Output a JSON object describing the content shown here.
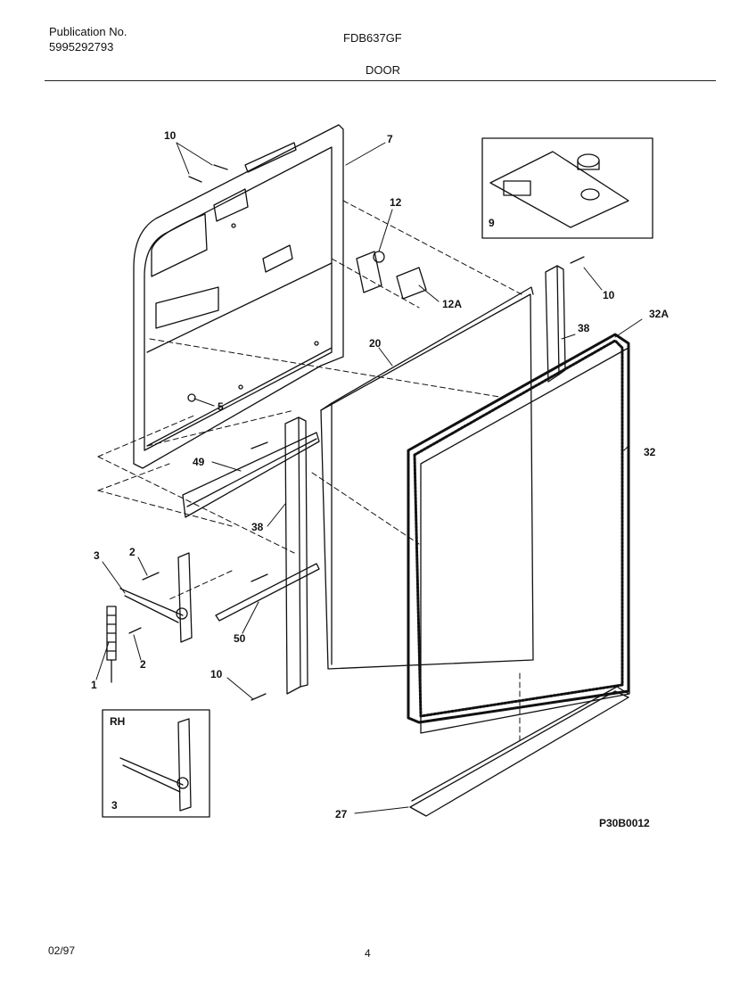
{
  "header": {
    "publication_label": "Publication No.",
    "publication_number": "5995292793",
    "model": "FDB637GF",
    "section": "DOOR"
  },
  "callouts": {
    "c10a": "10",
    "c7": "7",
    "c12": "12",
    "c12a": "12A",
    "c9": "9",
    "c10b": "10",
    "c32a": "32A",
    "c38a": "38",
    "c20": "20",
    "c5": "5",
    "c32": "32",
    "c49": "49",
    "c38b": "38",
    "c3": "3",
    "c2a": "2",
    "c2b": "2",
    "c1": "1",
    "c50": "50",
    "c10c": "10",
    "c27": "27",
    "inset_rh": "RH",
    "inset_3": "3"
  },
  "figure_code": "P30B0012",
  "footer": {
    "date": "02/97",
    "page": "4"
  }
}
